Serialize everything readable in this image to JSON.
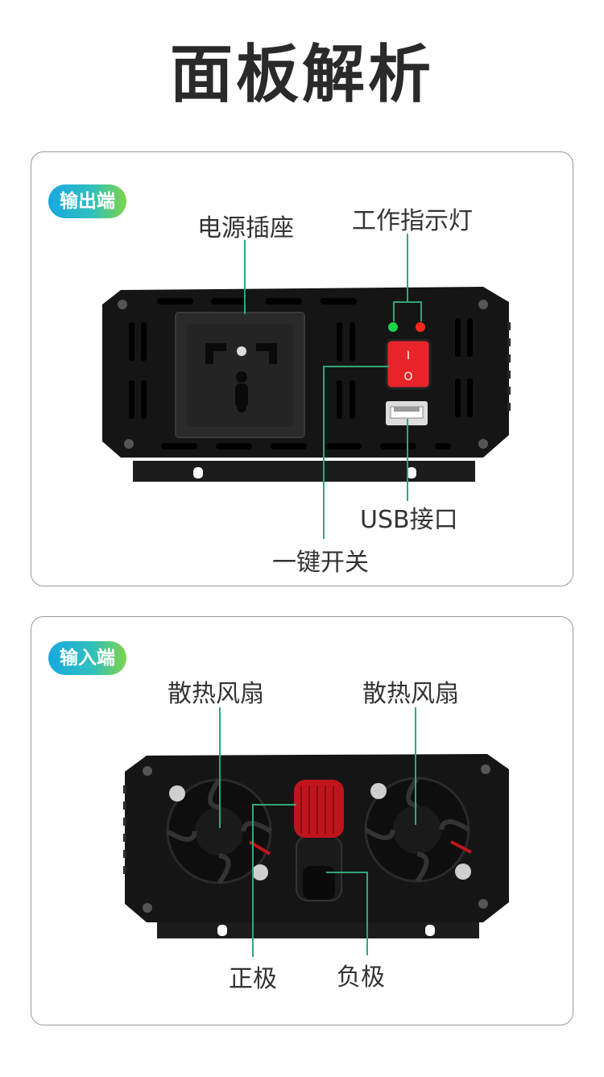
{
  "page": {
    "title": "面板解析"
  },
  "output_panel": {
    "badge": "输出端",
    "labels": {
      "power_socket": "电源插座",
      "indicator": "工作指示灯",
      "usb": "USB接口",
      "switch": "一键开关"
    },
    "switch_marks": {
      "on": "I",
      "off": "O"
    },
    "colors": {
      "green_led": "#1fd04a",
      "red_led": "#ff2a1a",
      "switch": "#e8242a"
    }
  },
  "input_panel": {
    "badge": "输入端",
    "labels": {
      "fan_left": "散热风扇",
      "fan_right": "散热风扇",
      "positive": "正极",
      "negative": "负极"
    },
    "colors": {
      "positive_terminal": "#c0141c",
      "negative_terminal": "#1a1a1a"
    }
  },
  "colors": {
    "leader_line": "#2fa878",
    "badge_start": "#19a8e0",
    "badge_end": "#7fd44a"
  }
}
